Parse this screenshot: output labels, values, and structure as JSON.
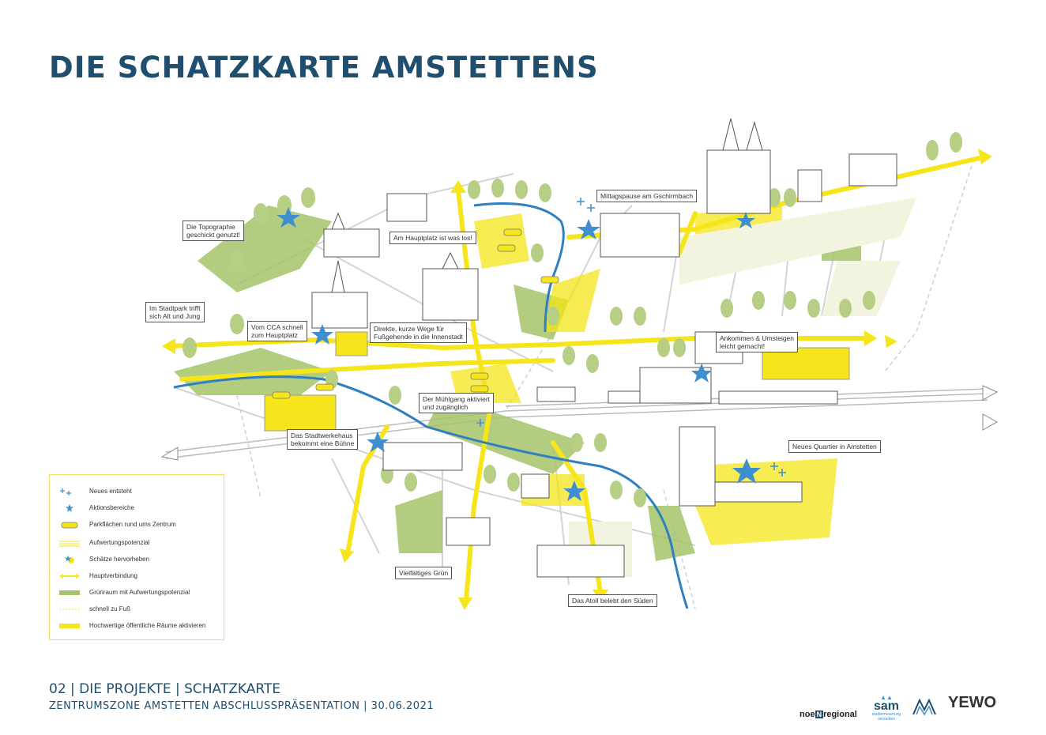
{
  "title": "DIE SCHATZKARTE AMSTETTENS",
  "colors": {
    "yellow": "#f5e51a",
    "green": "#a6c46a",
    "blue": "#2f7fc1",
    "navy": "#1f4e6e",
    "gray": "#cfcfcf"
  },
  "callouts": [
    "Die Topographie\ngeschickt genutzt!",
    "Am Hauptplatz ist was los!",
    "Mittagspause am Gschirmbach",
    "Im Stadtpark trifft\nsich Alt und Jung",
    "Vom CCA schnell\nzum Hauptplatz",
    "Direkte, kurze Wege für\nFußgehende in die Innenstadt",
    "Ankommen & Umsteigen\nleicht gemacht!",
    "Der Mühlgang aktiviert\nund zugänglich",
    "Das Stadtwerkehaus\nbekommt eine Bühne",
    "Neues Quartier in Amstetten",
    "Vielfältiges Grün",
    "Das Atoll belebt den Süden"
  ],
  "legend": [
    {
      "label": "Neues entsteht",
      "icon": "plus-icon"
    },
    {
      "label": "Aktionsbereiche",
      "icon": "star-icon"
    },
    {
      "label": "Parkflächen rund ums Zentrum",
      "icon": "car-icon"
    },
    {
      "label": "Aufwertungspotenzial",
      "icon": "hatch-icon"
    },
    {
      "label": "Schätze hervorheben",
      "icon": "treasure-icon"
    },
    {
      "label": "Hauptverbindung",
      "icon": "double-arrow-icon"
    },
    {
      "label": "Grünraum mit Aufwertungspotenzial",
      "icon": "green-band-icon"
    },
    {
      "label": "schnell zu Fuß",
      "icon": "dashed-line-icon"
    },
    {
      "label": "Hochwertige öffentliche Räume aktivieren",
      "icon": "yellow-band-icon"
    }
  ],
  "footer": {
    "line1": "02 | DIE PROJEKTE | SCHATZKARTE",
    "line2": "ZENTRUMSZONE AMSTETTEN ABSCHLUSSPRÄSENTATION | 30.06.2021"
  },
  "logos": {
    "noe": "noe",
    "noe_badge": "N",
    "regional": "regional",
    "sam": "sam",
    "sam_sub": "stadterneuerung amstetten",
    "yewo": "YEWO"
  }
}
